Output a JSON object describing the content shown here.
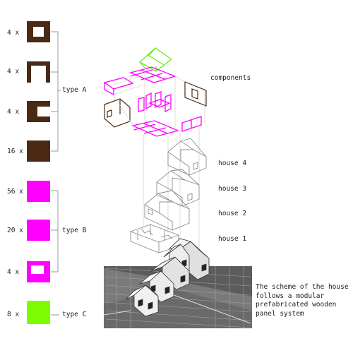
{
  "legend": {
    "counts": [
      "4 x",
      "4 x",
      "4 x",
      "16 x",
      "56 x",
      "20 x",
      "4 x",
      "8 x"
    ],
    "groups": [
      "type A",
      "type B",
      "type C"
    ]
  },
  "labels": {
    "components": "components",
    "house4": "house 4",
    "house3": "house 3",
    "house2": "house 2",
    "house1": "house 1"
  },
  "caption": "The scheme of the house follows a modular prefabricated wooden panel system",
  "colors": {
    "type_a": "#4a2a14",
    "type_b": "#ff00ff",
    "type_c": "#7cfc00",
    "site_dark": "#555555",
    "site_mid": "#7a7a7a",
    "outline": "#9a9a9a"
  }
}
